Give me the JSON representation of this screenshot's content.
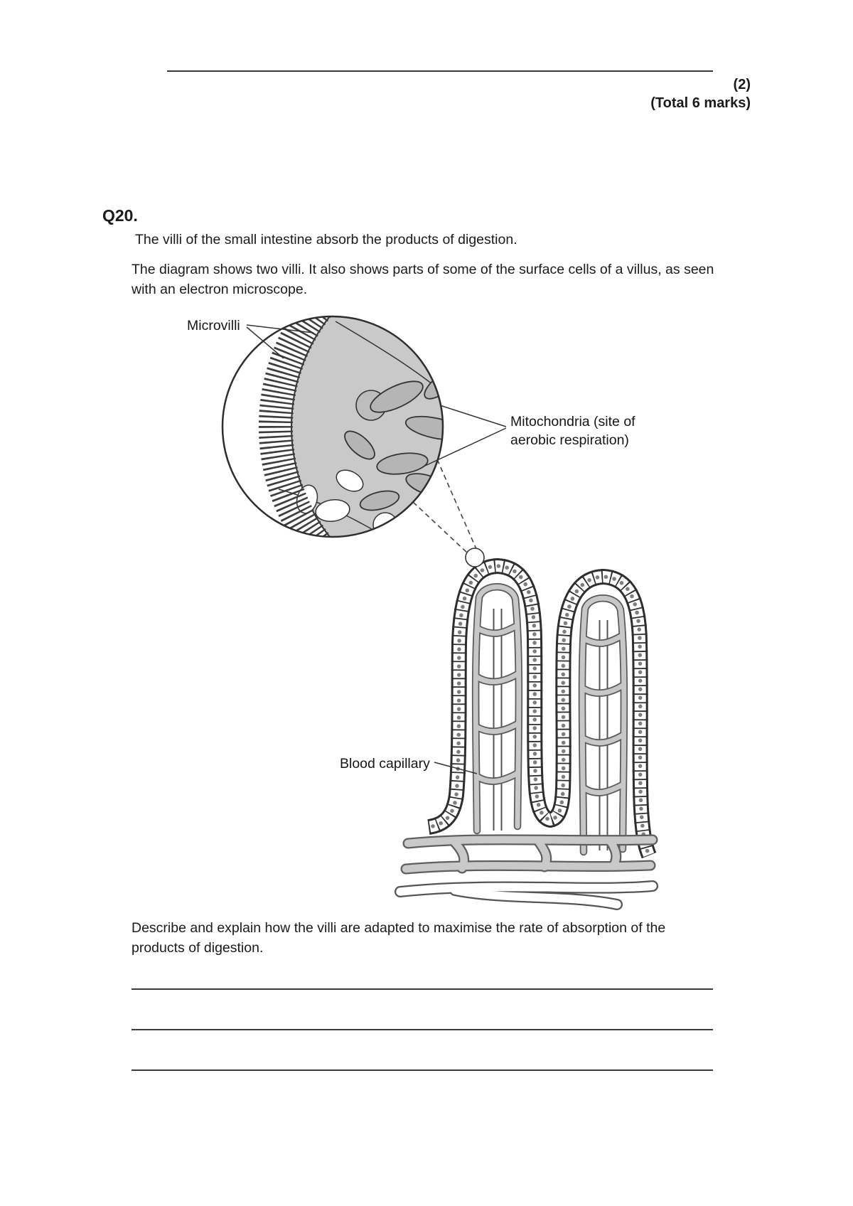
{
  "header": {
    "marks": "(2)",
    "total_marks": "(Total 6 marks)"
  },
  "question": {
    "number": "Q20.",
    "intro": "The villi of the small intestine absorb the products of digestion.",
    "description": "The diagram shows two villi. It also shows parts of some of the surface cells of a villus, as seen with an electron microscope.",
    "prompt": "Describe and explain how the villi are adapted to maximise the rate of absorption of the products of digestion."
  },
  "diagram": {
    "labels": {
      "microvilli": "Microvilli",
      "mitochondria": "Mitochondria (site of aerobic respiration)",
      "blood_capillary": "Blood capillary"
    }
  }
}
